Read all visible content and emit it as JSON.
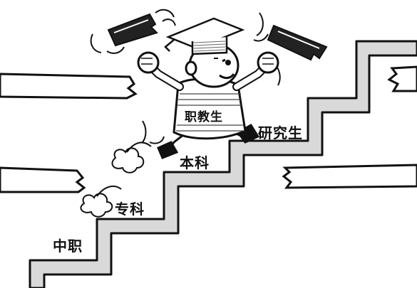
{
  "steps": {
    "zhongzhi": "中职",
    "zhuanke": "专科",
    "benke": "本科",
    "yanjiusheng": "研究生"
  },
  "student": {
    "shirt_text": "职教生"
  },
  "colors": {
    "stair_fill": "#d9d9d9",
    "line": "#111111",
    "background": "#ffffff"
  }
}
